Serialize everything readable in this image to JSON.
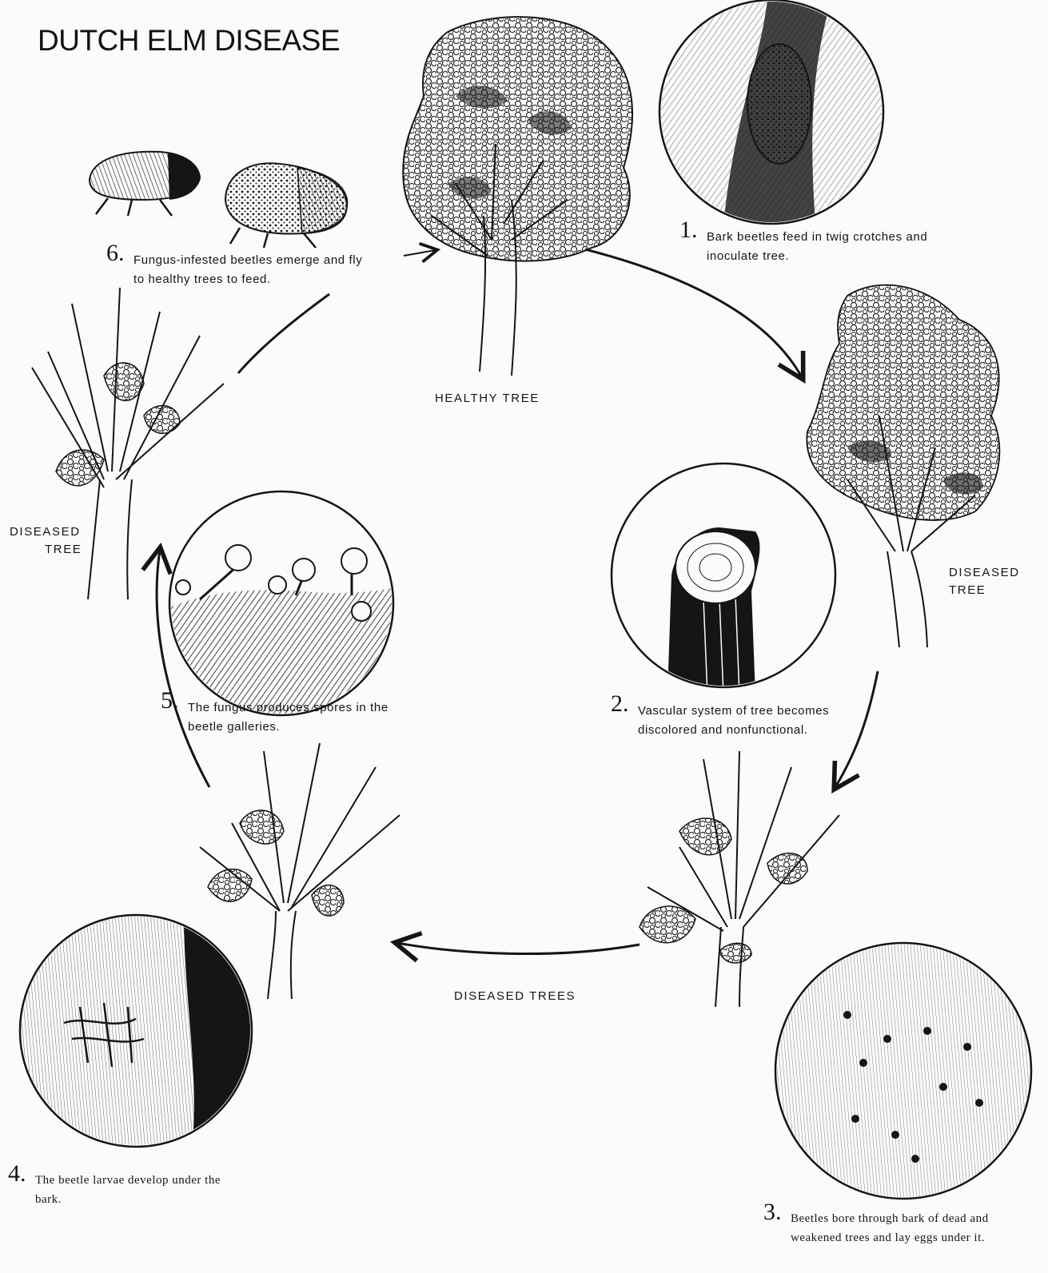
{
  "title": "DUTCH ELM DISEASE",
  "labels": {
    "healthy_tree": "HEALTHY TREE",
    "diseased_tree_right_1": "DISEASED",
    "diseased_tree_right_2": "TREE",
    "diseased_tree_left_1": "DISEASED",
    "diseased_tree_left_2": "TREE",
    "diseased_trees": "DISEASED TREES"
  },
  "steps": [
    {
      "number": "1.",
      "lines": [
        "Bark beetles feed in twig crotches and",
        "inoculate tree."
      ]
    },
    {
      "number": "2.",
      "lines": [
        "Vascular system of tree becomes",
        "discolored and nonfunctional."
      ]
    },
    {
      "number": "3.",
      "lines": [
        "Beetles bore through bark of dead and",
        "weakened trees and lay eggs under it."
      ]
    },
    {
      "number": "4.",
      "lines": [
        "The beetle larvae develop under the",
        "bark."
      ]
    },
    {
      "number": "5.",
      "lines": [
        "The fungus produces spores in the",
        "beetle galleries."
      ]
    },
    {
      "number": "6.",
      "lines": [
        "Fungus-infested beetles emerge and fly",
        "to healthy trees to feed."
      ]
    }
  ],
  "colors": {
    "ink": "#151515",
    "paper": "#fbfbfa"
  }
}
